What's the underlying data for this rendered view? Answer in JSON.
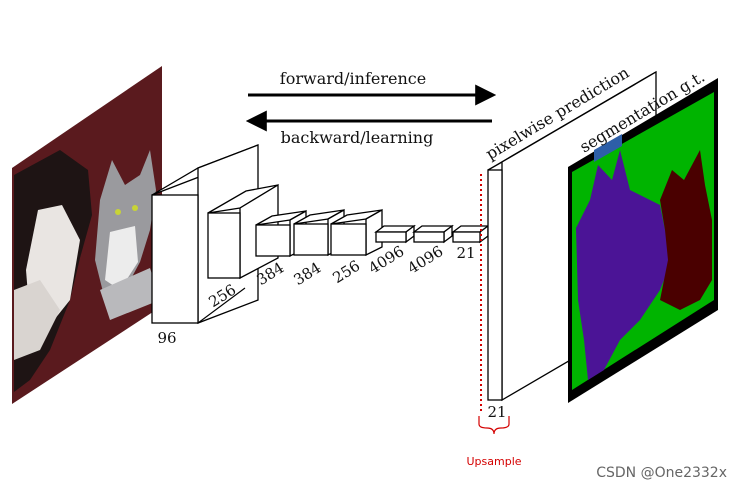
{
  "arrows": {
    "forward_label": "forward/inference",
    "backward_label": "backward/learning"
  },
  "labels": {
    "pixelwise": "pixelwise prediction",
    "segmentation": "segmentation g.t.",
    "upsample": "Upsample",
    "watermark": "CSDN @One2332x"
  },
  "layers": {
    "input": "96",
    "l2": "256",
    "l3": "384",
    "l4": "384",
    "l5": "256",
    "l6": "4096",
    "l7": "4096",
    "l8": "21",
    "out": "21"
  },
  "colors": {
    "segmentation_background": "#00b400",
    "segmentation_dog": "#4b1496",
    "segmentation_cat": "#4a0000",
    "segmentation_border": "#000000",
    "segmentation_label_tag": "#2d5fa8",
    "upsample_marker": "#d40000",
    "photo_background": "#5a1a1e"
  },
  "icons": {
    "input_photo": "dog-and-cat-photo",
    "ground_truth": "segmentation-mask"
  }
}
